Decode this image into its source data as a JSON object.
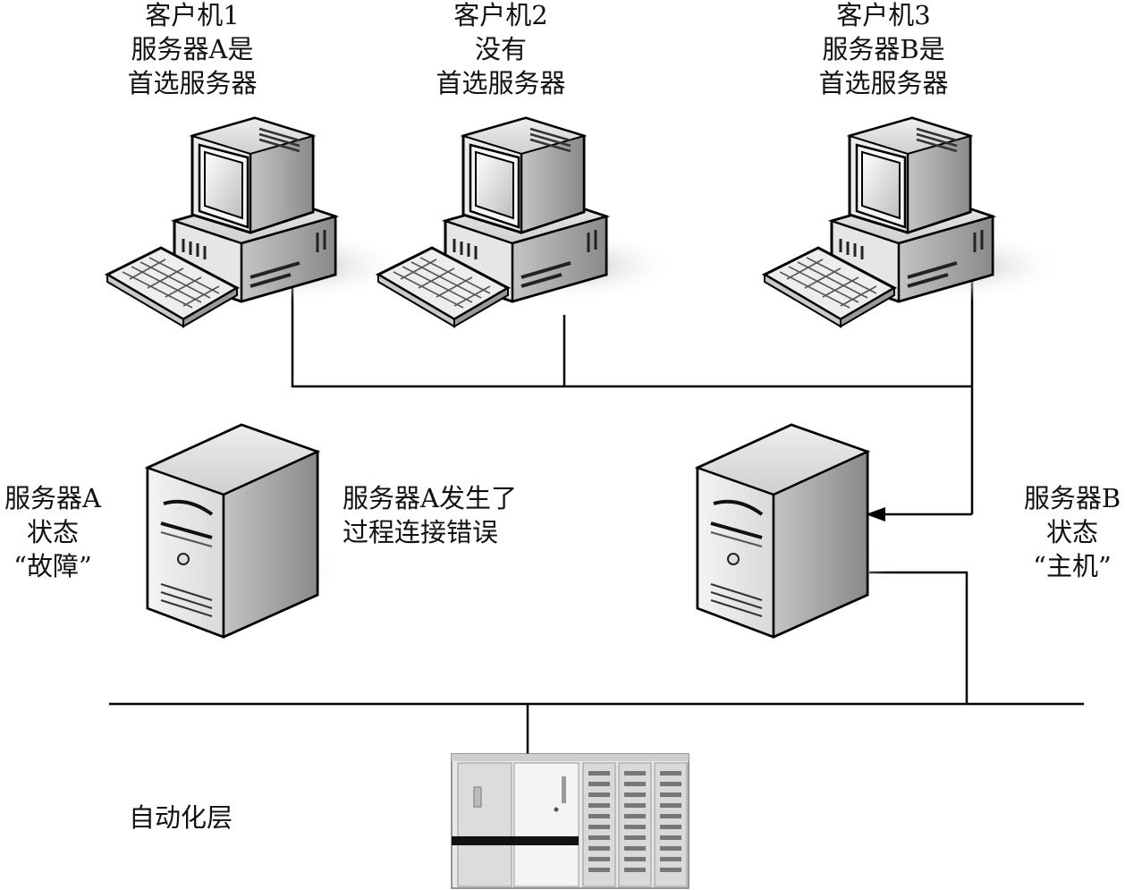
{
  "clients": [
    {
      "lines": [
        "客户机1",
        "服务器A是",
        "首选服务器"
      ]
    },
    {
      "lines": [
        "客户机2",
        "没有",
        "首选服务器"
      ]
    },
    {
      "lines": [
        "客户机3",
        "服务器B是",
        "首选服务器"
      ]
    }
  ],
  "server_a": {
    "status_lines": [
      "服务器A",
      "状态",
      "“故障”"
    ],
    "note_lines": [
      "服务器A发生了",
      "过程连接错误"
    ]
  },
  "server_b": {
    "status_lines": [
      "服务器B",
      "状态",
      "“主机”"
    ]
  },
  "automation_layer": {
    "label": "自动化层"
  }
}
